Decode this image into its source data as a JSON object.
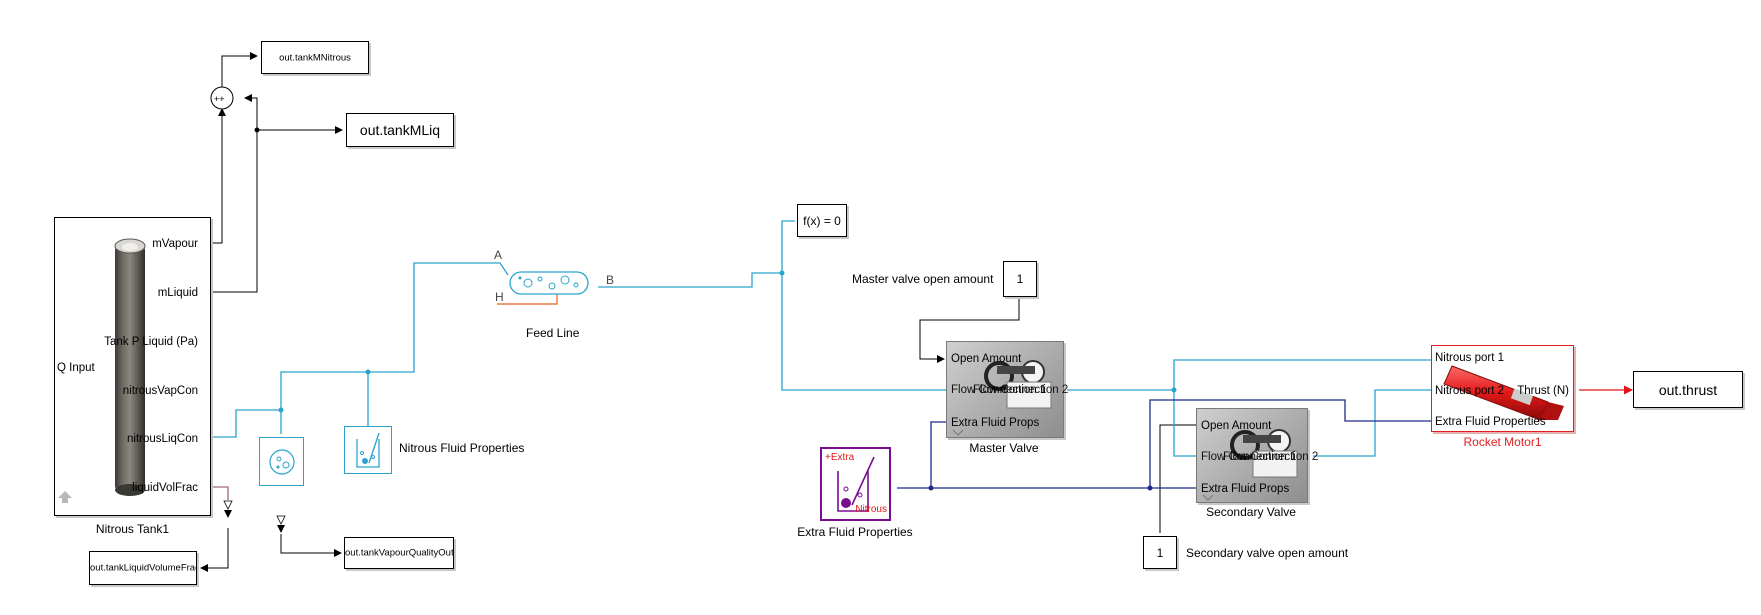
{
  "colors": {
    "physical_wire": "#2aa3cf",
    "thermal_wire": "#1d2a8a",
    "signal_wire": "#000000",
    "thrust_wire": "#e0151b",
    "rocket_accent": "#e02020",
    "fluid_props_accent": "#7a0d8f",
    "orange_port": "#e8601c"
  },
  "tank": {
    "name": "Nitrous Tank1",
    "ports": {
      "q_input": "Q Input",
      "m_vapour": "mVapour",
      "m_liquid": "mLiquid",
      "tank_p": "Tank P Liquid (Pa)",
      "nitrous_vap_con": "nitrousVapCon",
      "nitrous_liq_con": "nitrousLiqCon",
      "liquid_vol_frac": "liquidVolFrac"
    }
  },
  "sum_block": {
    "signs": "++"
  },
  "outputs": {
    "tank_m_nitrous": "out.tankMNitrous",
    "tank_m_liq": "out.tankMLiq",
    "tank_liquid_volume_fraction": "out.tankLiquidVolumeFraction",
    "tank_vapour_quality_out": "out.tankVapourQualityOut",
    "thrust": "out.thrust"
  },
  "feed_line": {
    "name": "Feed Line",
    "port_a": "A",
    "port_b": "B",
    "port_h": "H"
  },
  "solver": {
    "label": "f(x) = 0"
  },
  "nitrous_fluid_props": {
    "name": "Nitrous Fluid Properties"
  },
  "extra_fluid_props": {
    "name": "Extra Fluid Properties",
    "icon_top": "+Extra",
    "icon_bottom": "Nitrous"
  },
  "master_valve": {
    "name": "Master Valve",
    "open_label": "Master valve open amount",
    "open_value": "1",
    "ports": {
      "open": "Open Amount",
      "flow1": "Flow Connection 1",
      "flow2": "Flow Connection 2",
      "props": "Extra Fluid Props"
    }
  },
  "secondary_valve": {
    "name": "Secondary Valve",
    "open_label": "Secondary valve open amount",
    "open_value": "1",
    "ports": {
      "open": "Open Amount",
      "flow1": "Flow Connection 1",
      "flow2": "Flow Connection 2",
      "props": "Extra Fluid Props"
    }
  },
  "rocket_motor": {
    "name": "Rocket Motor1",
    "ports": {
      "port1": "Nitrous port 1",
      "port2": "Nitrous port 2",
      "props": "Extra Fluid Properties",
      "thrust": "Thrust (N)"
    }
  }
}
